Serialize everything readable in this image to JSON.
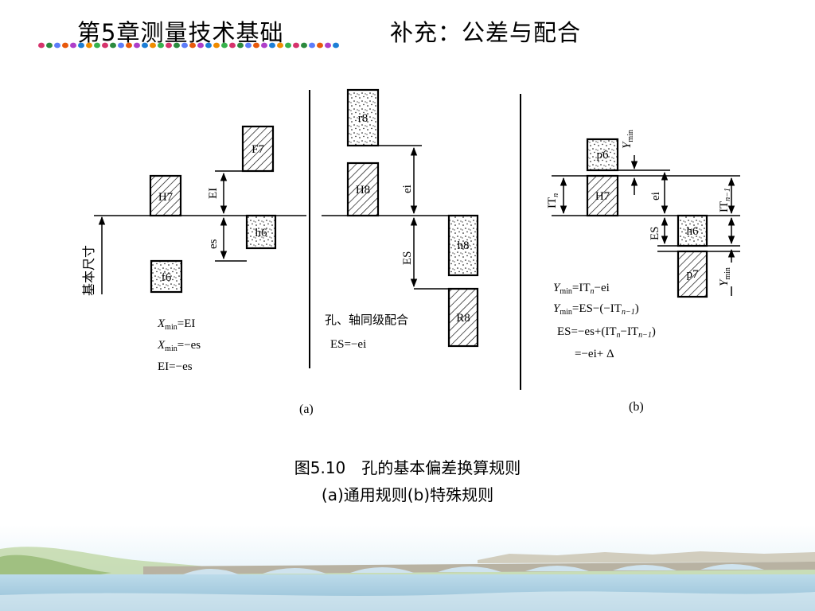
{
  "header": {
    "chapter_title": "第5章测量技术基础",
    "section_title": "补充：公差与配合"
  },
  "figure": {
    "caption_line1": "图5.10　孔的基本偏差换算规则",
    "caption_line2": "(a)通用规则(b)特殊规则",
    "panel_a": {
      "label": "(a)",
      "baseline_label": "基本尺寸",
      "boxes": {
        "F7": "F7",
        "H7": "H7",
        "h6": "h6",
        "f6": "f6",
        "r8": "r8",
        "H8": "H8",
        "h8": "h8",
        "R8": "R8"
      },
      "dims": {
        "EI": "EI",
        "es": "es",
        "ei": "ei",
        "ES": "ES"
      },
      "note": "孔、轴同级配合",
      "formulas_left": {
        "f1_sym": "X",
        "f1_sub": "min",
        "f1_rest": "=EI",
        "f2_sym": "X",
        "f2_sub": "min",
        "f2_rest": "=−es",
        "f3": "EI=−es"
      },
      "formula_mid": "ES=−ei"
    },
    "panel_b": {
      "label": "(b)",
      "boxes": {
        "p6": "p6",
        "H7": "H7",
        "h6": "h6",
        "p7": "p7"
      },
      "dims": {
        "ITn": "IT",
        "ITn_sub": "n",
        "ITn1": "IT",
        "ITn1_sub": "n−1",
        "ei": "ei",
        "ES": "ES",
        "Ymin": "Y",
        "Ymin_sub": "min"
      },
      "formulas": {
        "f1_sym": "Y",
        "f1_sub": "min",
        "f1_rest": "=IT",
        "f1_sub2": "n",
        "f1_tail": "−ei",
        "f2_sym": "Y",
        "f2_sub": "min",
        "f2_rest": "=ES−(−IT",
        "f2_sub2": "n−1",
        "f2_tail": ")",
        "f3_head": "ES=−es+(IT",
        "f3_sub1": "n",
        "f3_mid": "−IT",
        "f3_sub2": "n−1",
        "f3_tail": ")",
        "f4": "=−ei+ Δ"
      }
    }
  },
  "colors": {
    "dots": [
      "#d6336c",
      "#2b8a3e",
      "#5c7cfa",
      "#e8590c",
      "#ae3ec9",
      "#1c7ed6",
      "#f08c00",
      "#37b24d"
    ],
    "sky": "#d8ecf6",
    "water": "#a9cfe3",
    "bridge": "#b8b2a2"
  }
}
